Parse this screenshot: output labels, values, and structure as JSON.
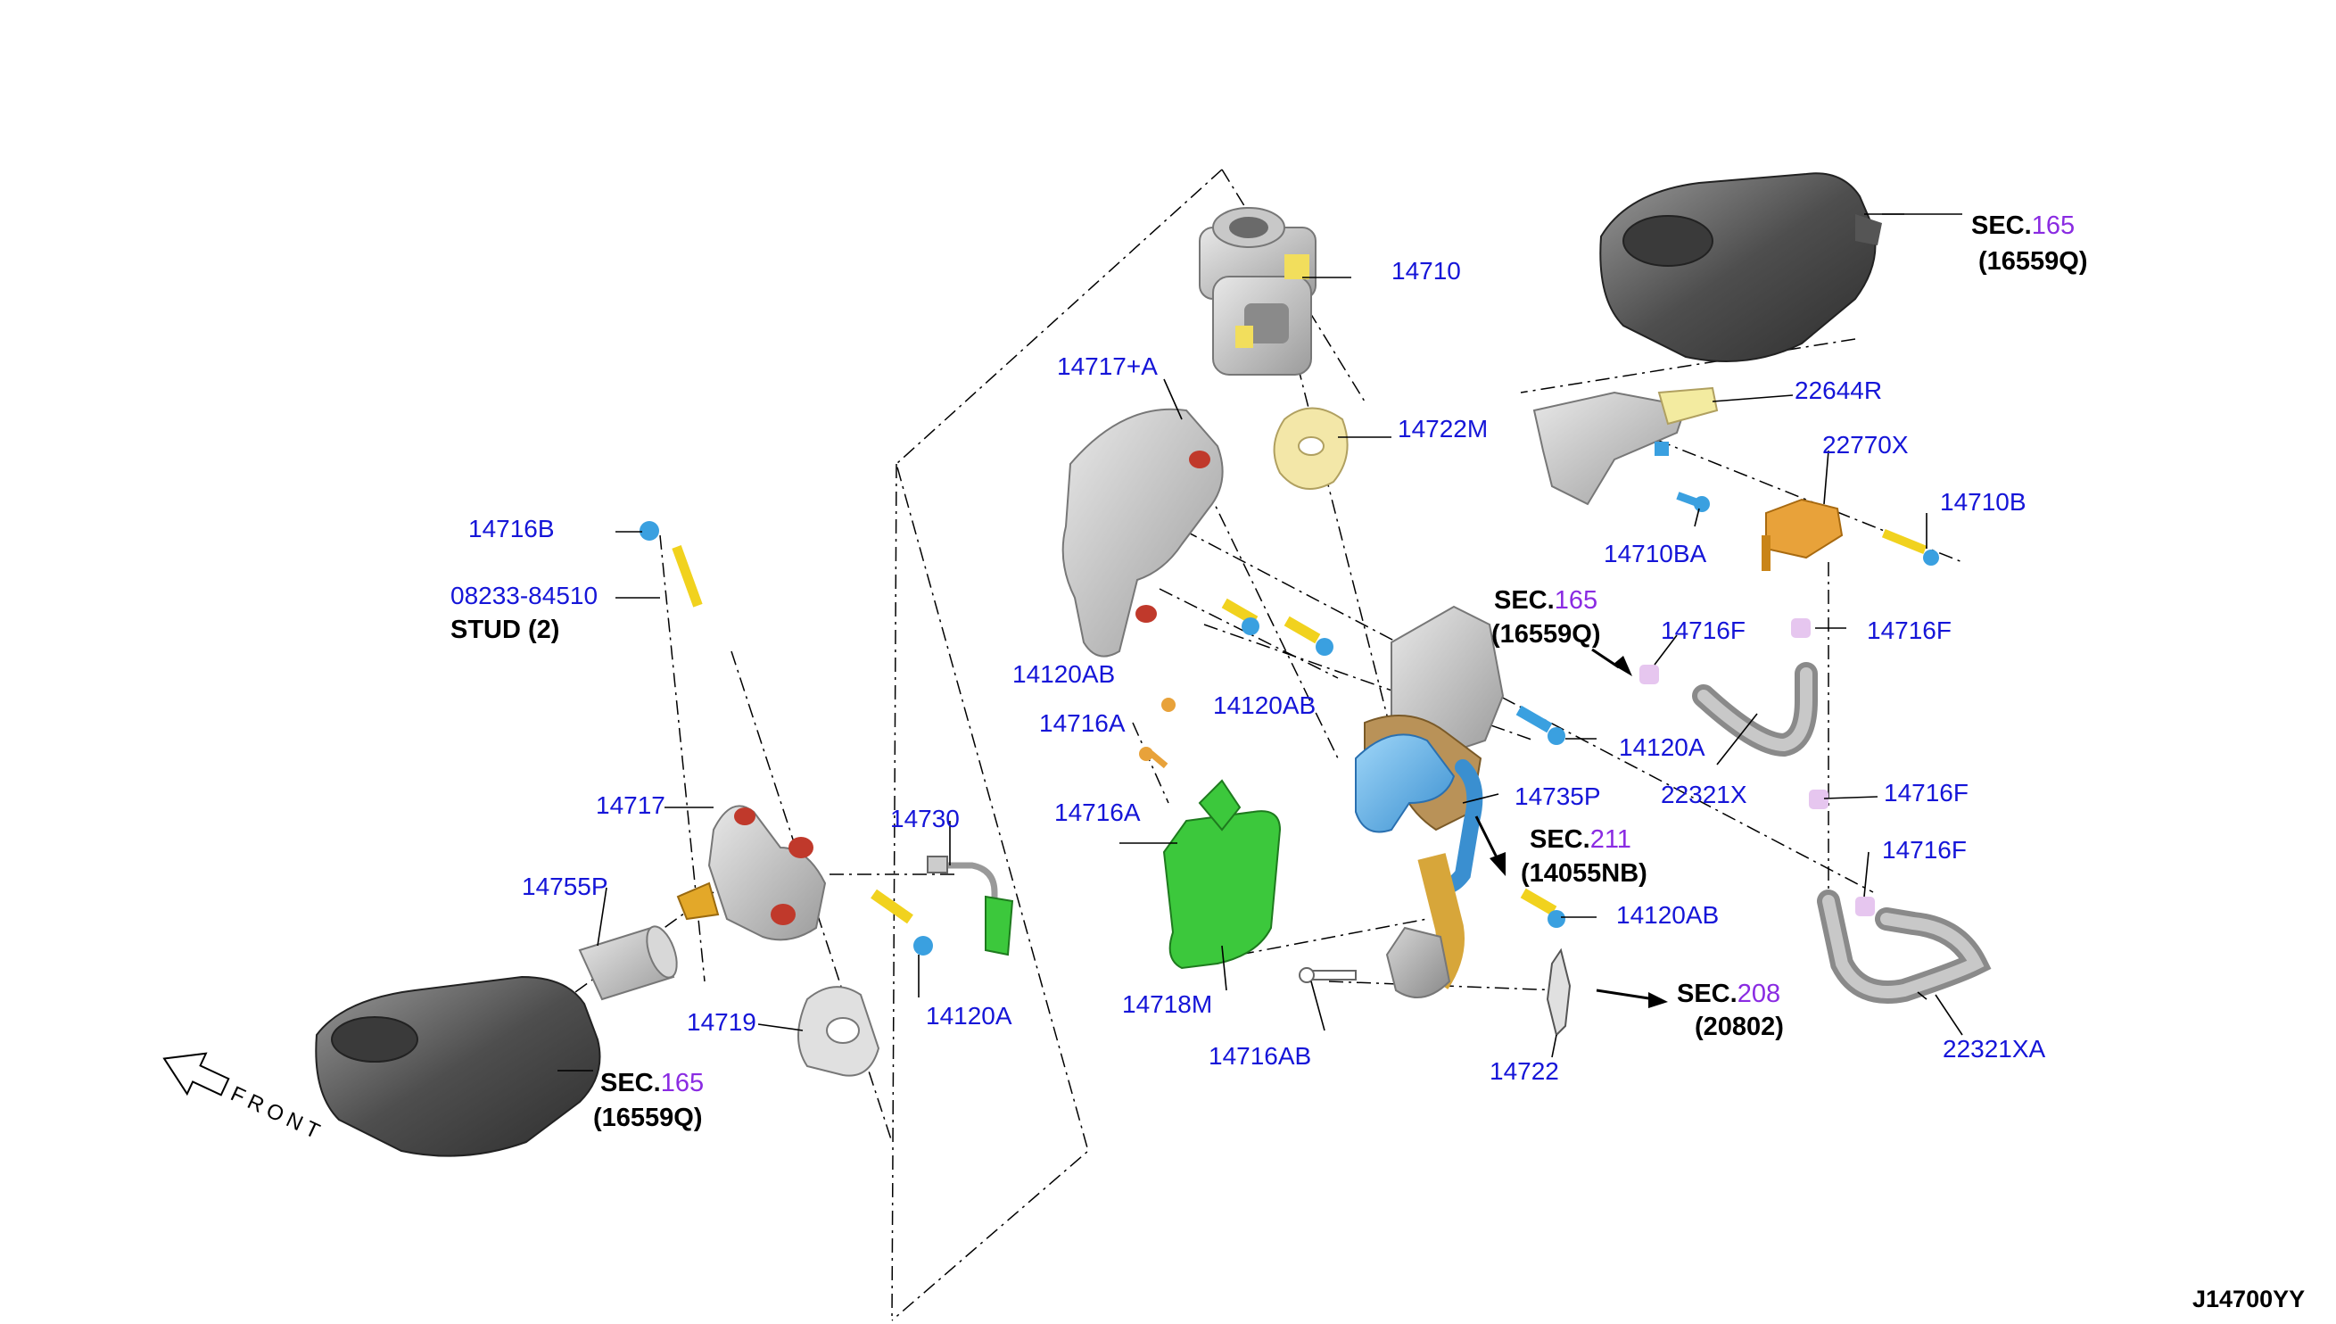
{
  "diagram_id": "J14700YY",
  "front_label": "FRONT",
  "part_labels": {
    "p14710": "14710",
    "p14717A": "14717+A",
    "p14722M": "14722M",
    "p22644R": "22644R",
    "p22770X": "22770X",
    "p14710B": "14710B",
    "p14710BA": "14710BA",
    "p14716B": "14716B",
    "p08233": "08233-84510",
    "stud": "STUD (2)",
    "p14716F_1": "14716F",
    "p14716F_2": "14716F",
    "p14716F_3": "14716F",
    "p14716F_4": "14716F",
    "p14120AB_1": "14120AB",
    "p14120AB_2": "14120AB",
    "p14120AB_3": "14120AB",
    "p14716A_1": "14716A",
    "p14716A_2": "14716A",
    "p14120A_1": "14120A",
    "p14120A_2": "14120A",
    "p22321X": "22321X",
    "p14735P": "14735P",
    "p14717": "14717",
    "p14730": "14730",
    "p14755P": "14755P",
    "p14719": "14719",
    "p14718M": "14718M",
    "p14716AB": "14716AB",
    "p14722": "14722",
    "p22321XA": "22321XA"
  },
  "section_refs": {
    "sec_top_right": {
      "prefix": "SEC.",
      "num": "165",
      "code": "(16559Q)"
    },
    "sec_middle": {
      "prefix": "SEC.",
      "num": "165",
      "code": "(16559Q)"
    },
    "sec_bottom_left": {
      "prefix": "SEC.",
      "num": "165",
      "code": "(16559Q)"
    },
    "sec_211": {
      "prefix": "SEC.",
      "num": "211",
      "code": "(14055NB)"
    },
    "sec_208": {
      "prefix": "SEC.",
      "num": "208",
      "code": "(20802)"
    }
  },
  "colors": {
    "part_number": "#1515d8",
    "section_number": "#8a2be2",
    "bolt_blue": "#3aa0e0",
    "bolt_yellow": "#f1d21e",
    "housing_grey": "#5a5a5a",
    "gasket": "#f3e7a8",
    "bracket_green": "#3cc83c",
    "sensor_orange": "#e8a23a",
    "clip_pink": "#e6c6ef"
  }
}
